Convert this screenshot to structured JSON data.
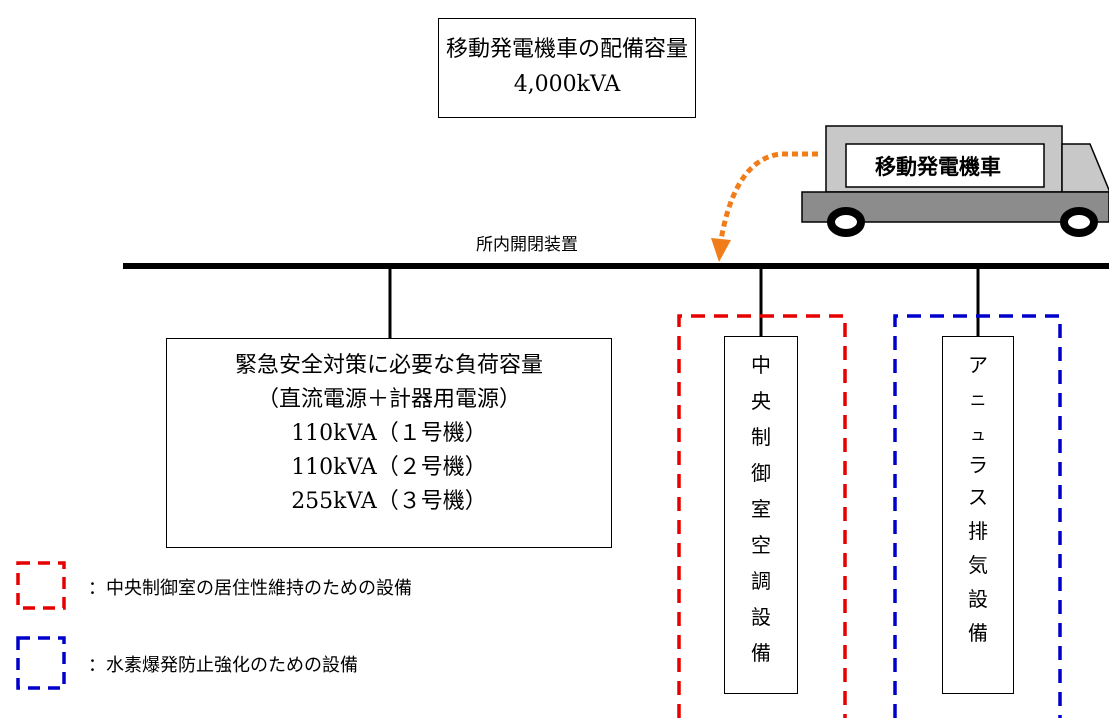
{
  "capacity_box": {
    "line1": "移動発電機車の配備容量",
    "line2": "4,000kVA"
  },
  "truck": {
    "label": "移動発電機車"
  },
  "bus": {
    "label": "所内開閉装置"
  },
  "load_box": {
    "line1": "緊急安全対策に必要な負荷容量",
    "line2": "（直流電源＋計器用電源）",
    "line3": "110kVA（１号機）",
    "line4": "110kVA（２号機）",
    "line5": "255kVA（３号機）"
  },
  "hvac": {
    "chars": [
      "中",
      "央",
      "制",
      "御",
      "室",
      "空",
      "調",
      "設",
      "備"
    ]
  },
  "annulus": {
    "chars": [
      "ア",
      "ニ",
      "ュ",
      "ラ",
      "ス",
      "排",
      "気",
      "設",
      "備"
    ]
  },
  "legend": {
    "red_text": "：中央制御室の居住性維持のための設備",
    "blue_text": "：水素爆発防止強化のための設備",
    "red_color": "#e60000",
    "blue_color": "#0000cc"
  },
  "colors": {
    "arrow": "#f07c1a",
    "truck_body": "#c8c8c8",
    "truck_chassis": "#8c8c8c"
  }
}
